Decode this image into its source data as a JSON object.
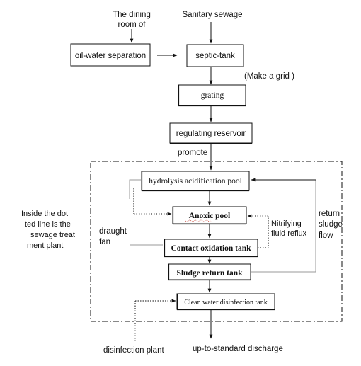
{
  "labels": {
    "dining_room_1": "The dining",
    "dining_room_2": "room of",
    "sanitary_sewage": "Sanitary sewage",
    "oil_water_separation": "oil-water separation",
    "septic_tank": "septic-tank",
    "make_a_grid": "(Make a grid )",
    "grating": "grating",
    "regulating_reservoir": "regulating reservoir",
    "promote": "promote",
    "hydrolysis_pool": "hydrolysis acidification pool",
    "anoxic_pool": "Anoxic pool",
    "contact_oxidation": "Contact oxidation tank",
    "sludge_return": "Sludge return tank",
    "clean_water_disinfection": "Clean water disinfection tank",
    "nitrifying_1": "Nitrifying",
    "nitrifying_2": "fluid reflux",
    "return_1": "return",
    "return_2": "sludge",
    "return_3": "flow",
    "draught_1": "draught",
    "draught_2": "fan",
    "inside_1": "Inside the dot",
    "inside_2": "ted line is the",
    "inside_3": "sewage treat",
    "inside_4": "ment plant",
    "disinfection_plant": "disinfection plant",
    "discharge": "up-to-standard discharge"
  }
}
